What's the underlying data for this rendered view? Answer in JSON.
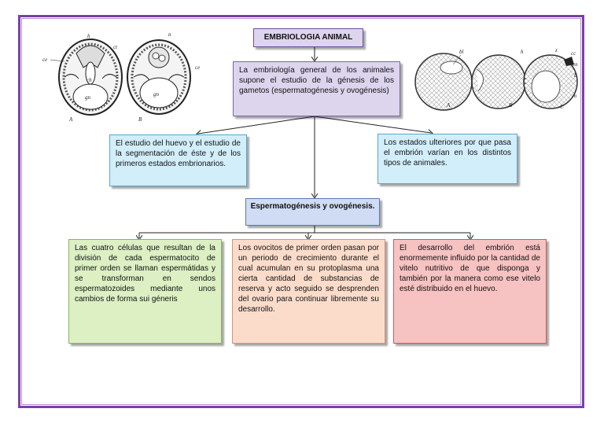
{
  "title": "EMBRIOLOGIA ANIMAL",
  "intro": "La embriología general de los animales supone el estudio de la génesis de los gametos (espermatogénesis y ovogénesis)",
  "branch_left": "El estudio del huevo y el estudio de la segmentación de éste y de los primeros estados embrionarios.",
  "branch_right": "Los estados ulteriores por que pasa el embrión varían en los distintos tipos de animales.",
  "sub_title": "Espermatogénesis y ovogénesis.",
  "leaf_1": "Las cuatro células que resultan de la división de cada espermatocito de primer orden se llaman espermátidas y se transforman en sendos espermatozoides mediante unos cambios de forma sui géneris",
  "leaf_2": "Los ovocitos de primer orden pasan por un periodo de crecimiento durante el cual acumulan en su protoplasma una cierta cantidad de substancias de reserva y acto seguido se desprenden del ovario para continuar libremente su desarrollo.",
  "leaf_3": "El desarrollo del embrión está enormemente influido por la cantidad de vitelo nutritivo de que disponga y también por la manera como ese vitelo esté distribuido en el huevo.",
  "illustration_left": {
    "labels": [
      "ce",
      "h",
      "ct",
      "ch",
      "gn",
      "A",
      "B",
      "n",
      "ce",
      "gn"
    ]
  },
  "illustration_right": {
    "labels": [
      "bl",
      "h",
      "A",
      "B",
      "C",
      "z",
      "cc",
      "en",
      "b",
      "m"
    ]
  },
  "colors": {
    "frame": "#7b3fa8",
    "title_fill": "#ddd5ee",
    "blue_fill": "#d2eefa",
    "green_fill": "#dcf0c4",
    "peach_fill": "#fbdccb",
    "red_fill": "#f7c2c2"
  }
}
